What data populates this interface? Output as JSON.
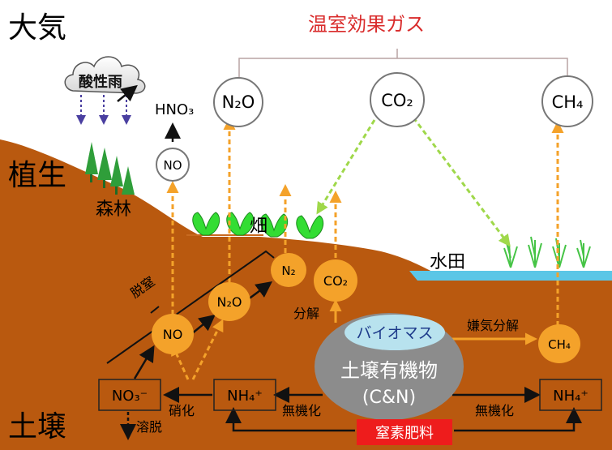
{
  "zones": {
    "atmosphere": "大気",
    "vegetation": "植生",
    "soil": "土壌"
  },
  "greenhouse_gases_label": "温室効果ガス",
  "cloud_label": "酸性雨",
  "sites": {
    "forest": "森林",
    "field": "畑",
    "paddy": "水田"
  },
  "molecules": {
    "hno3": "HNO₃",
    "no_air": "NO",
    "n2o_air": "N₂O",
    "co2_air": "CO₂",
    "ch4_air": "CH₄",
    "n2_soil": "N₂",
    "co2_soil": "CO₂",
    "no_soil": "NO",
    "n2o_soil": "N₂O",
    "ch4_soil": "CH₄",
    "no3": "NO₃⁻",
    "nh4_left": "NH₄⁺",
    "nh4_right": "NH₄⁺"
  },
  "process_labels": {
    "denitrification": "脱窒",
    "nitrification": "硝化",
    "leaching": "溶脱",
    "decomposition": "分解",
    "anaerobic_decomposition": "嫌気分解",
    "mineralization_left": "無機化",
    "mineralization_right": "無機化"
  },
  "organic_matter": {
    "biomass": "バイオマス",
    "title": "土壌有機物",
    "subtitle": "(C&N)"
  },
  "fertilizer": "窒素肥料",
  "colors": {
    "soil": "#b9590f",
    "orange": "#f4a22a",
    "greenhouse_red": "#d92b2b",
    "water": "#5bc6e6",
    "grass": "#2e8b2e",
    "leaf": "#33dd33",
    "organic_gray": "#8c8c8c",
    "biomass_fill": "#b8e2ee",
    "fertilizer_red": "#ee1c1c"
  }
}
